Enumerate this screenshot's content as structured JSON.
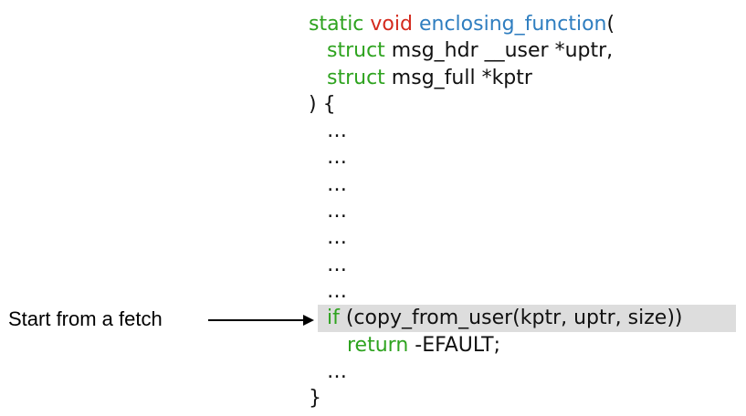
{
  "colors": {
    "keyword_green": "#2ea31f",
    "keyword_red": "#d42a1e",
    "function_blue": "#2f7ec0",
    "text": "#111111",
    "highlight_bg": "#dddddd"
  },
  "code": {
    "line1": {
      "kw1": "static",
      "kw2": "void",
      "fname": "enclosing_function",
      "paren": "("
    },
    "line2": {
      "kw": "struct",
      "rest": " msg_hdr __user *uptr,"
    },
    "line3": {
      "kw": "struct",
      "rest": " msg_full *kptr"
    },
    "line4": {
      "text": ") {"
    },
    "ellipsis": "…",
    "highlight": {
      "kw": "if",
      "rest": " (copy_from_user(kptr, uptr, size))"
    },
    "return_line": {
      "kw": "return",
      "rest": " -EFAULT;"
    },
    "closing": "}"
  },
  "annotation": {
    "label": "Start from a fetch"
  }
}
